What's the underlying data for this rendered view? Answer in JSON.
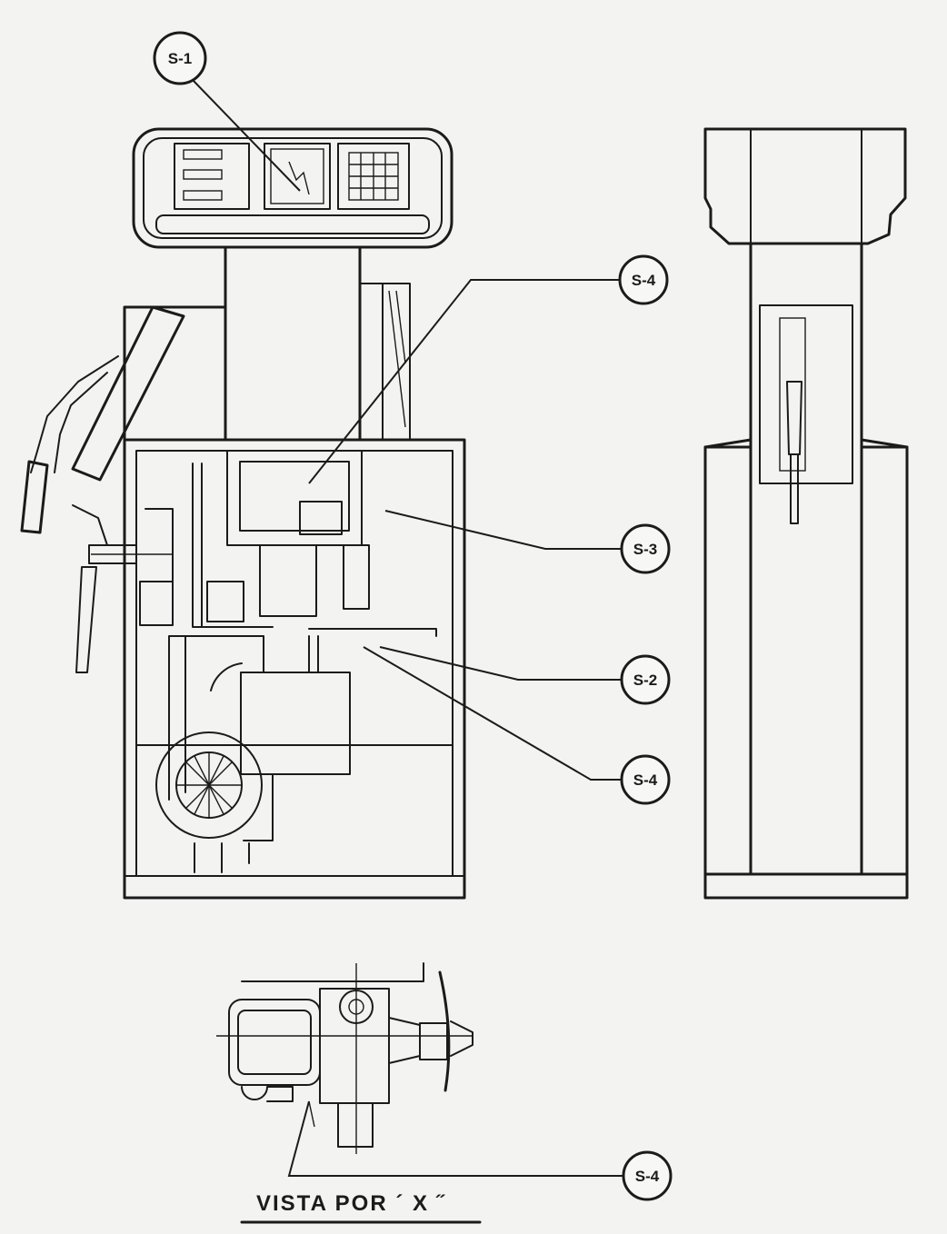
{
  "labels": {
    "s1": "S-1",
    "s4_top": "S-4",
    "s3": "S-3",
    "s2": "S-2",
    "s4_mid": "S-4",
    "s4_bottom": "S-4"
  },
  "caption": "VISTA  POR  ´ X ˝",
  "colors": {
    "ink": "#1b1b1b",
    "paper": "#f3f3f1"
  }
}
